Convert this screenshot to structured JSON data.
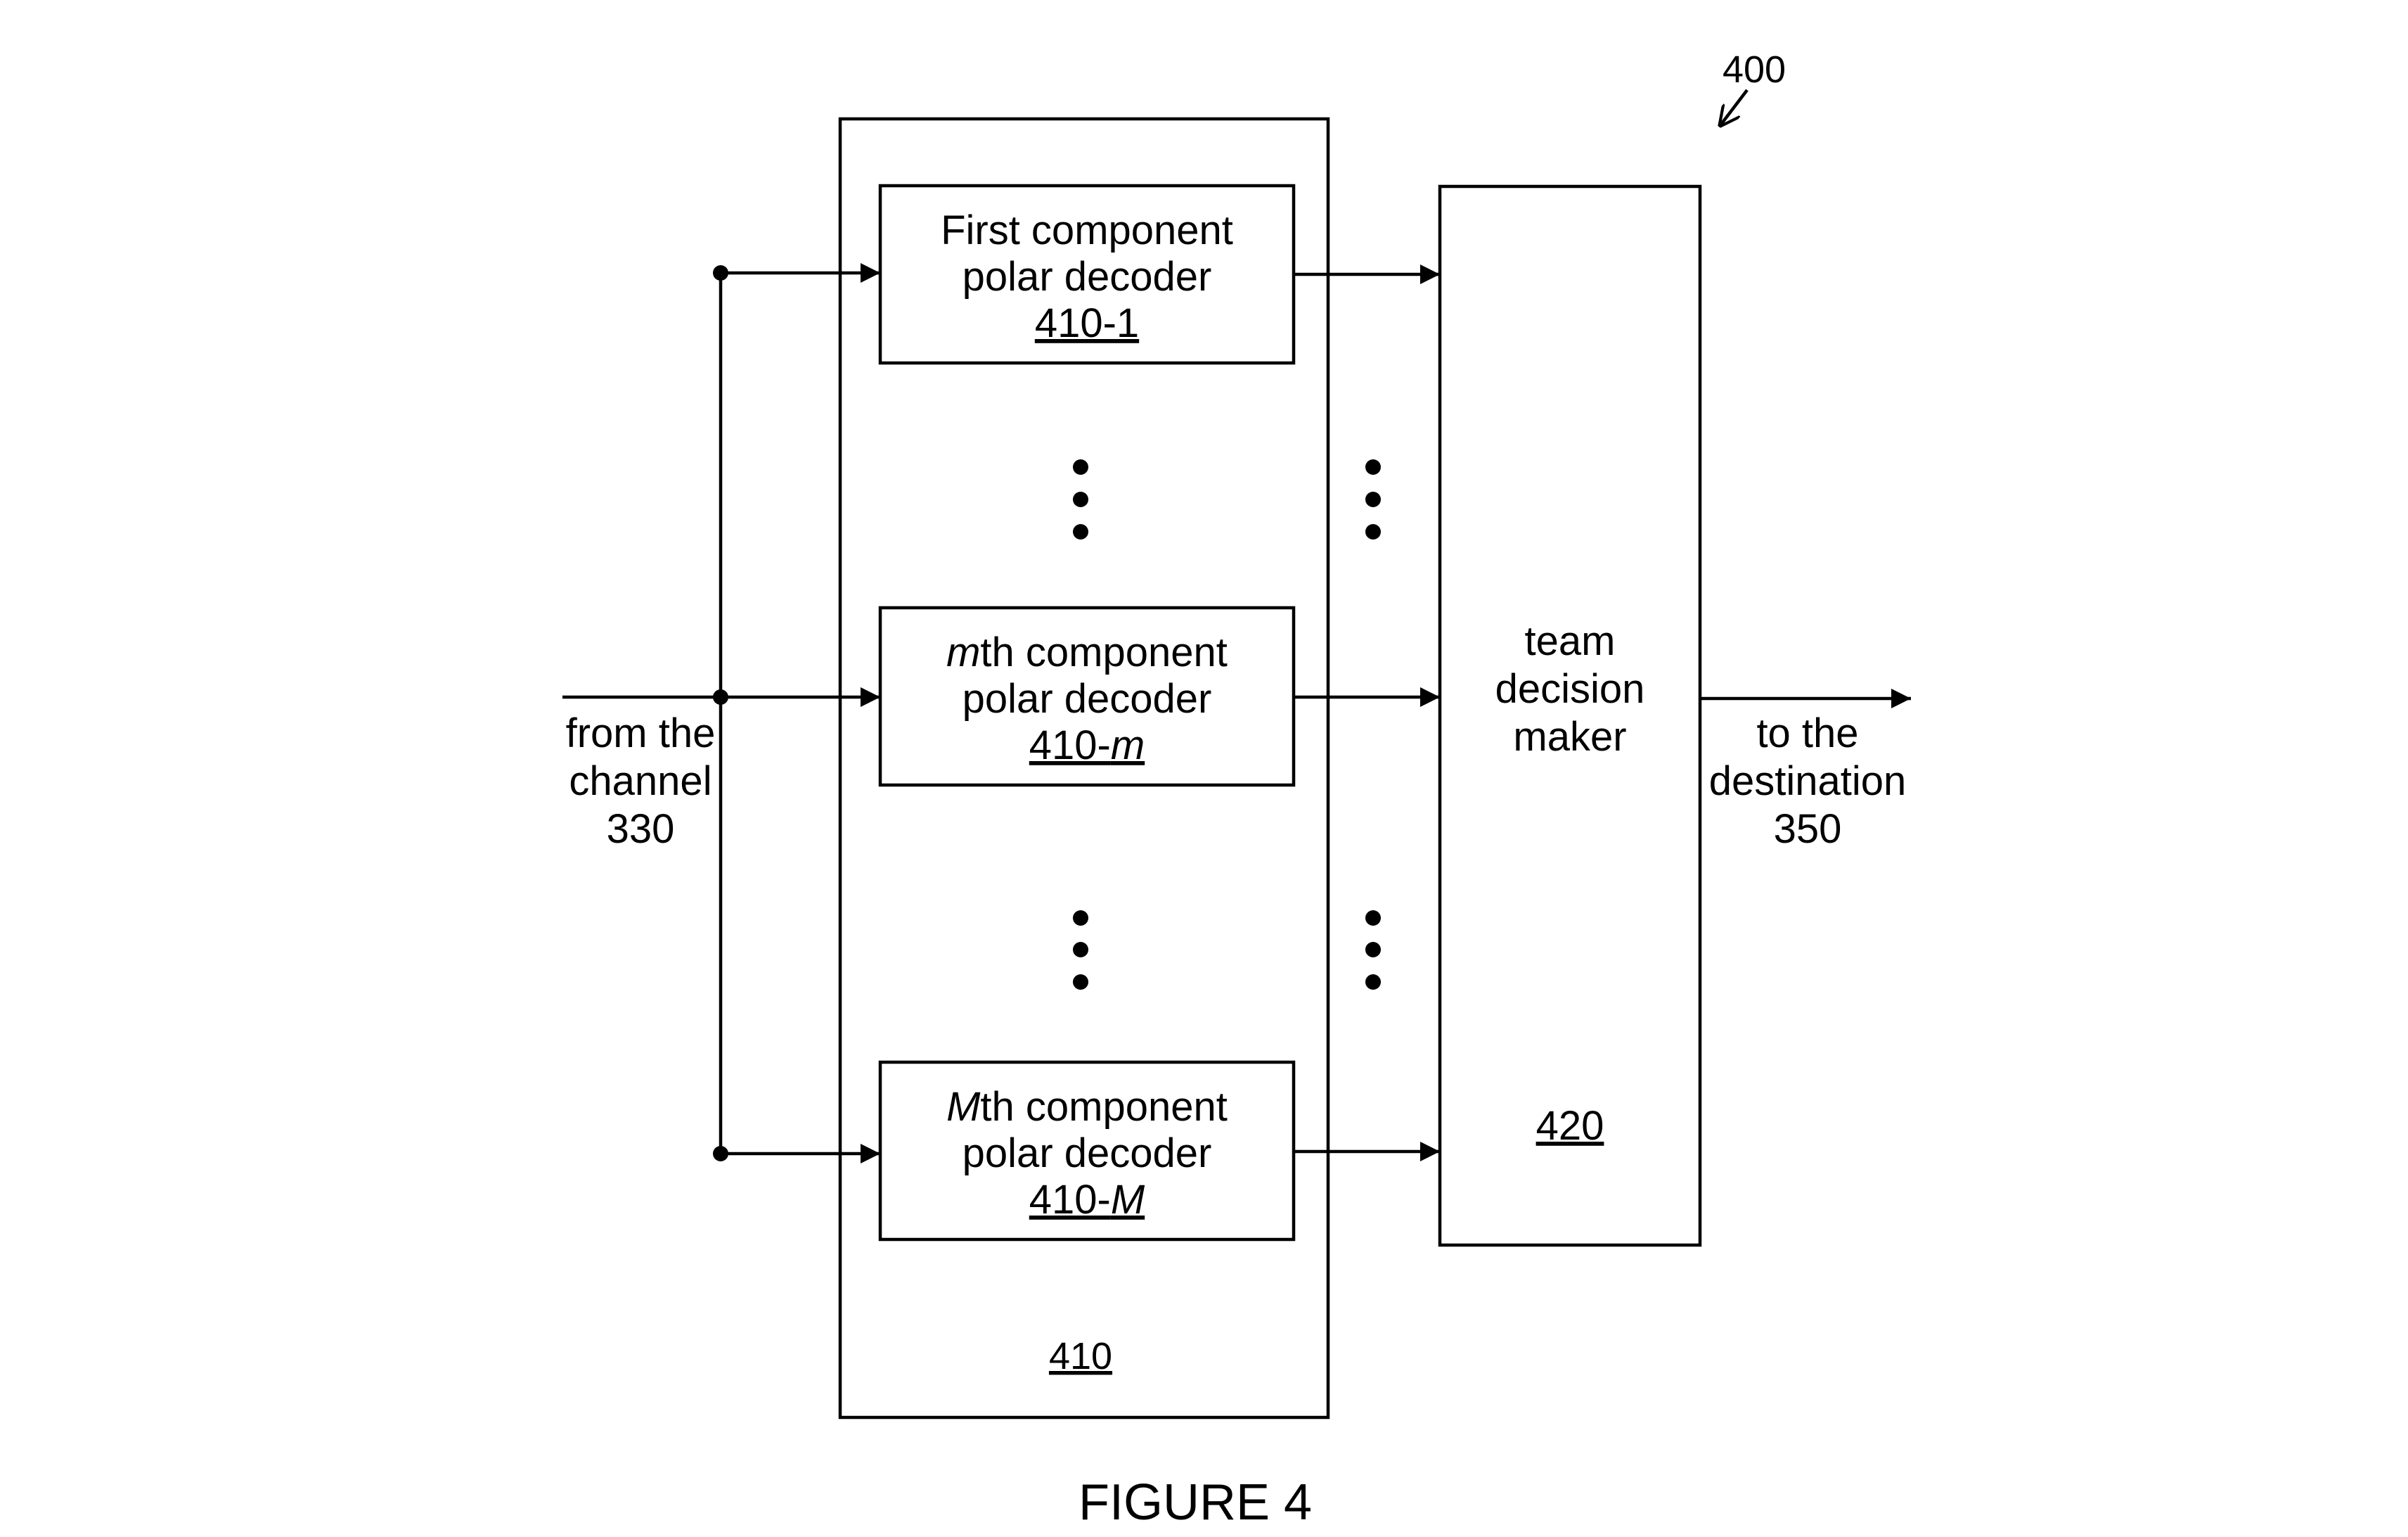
{
  "figure": {
    "reference": "400",
    "caption": "FIGURE 4"
  },
  "input": {
    "label_lines": [
      "from the",
      "channel",
      "330"
    ]
  },
  "output": {
    "label_lines": [
      "to the",
      "destination",
      "350"
    ]
  },
  "decoder_bank": {
    "reference": "410",
    "decoders": [
      {
        "prefix_italic": "",
        "title_rest": "First component",
        "line2": "polar decoder",
        "ref_plain": "410-1",
        "ref_italic": ""
      },
      {
        "prefix_italic": "m",
        "title_rest": "th component",
        "line2": "polar decoder",
        "ref_plain": "410-",
        "ref_italic": "m"
      },
      {
        "prefix_italic": "M",
        "title_rest": "th component",
        "line2": "polar decoder",
        "ref_plain": "410-",
        "ref_italic": "M"
      }
    ]
  },
  "team_decision_maker": {
    "label_lines": [
      "team",
      "decision",
      "maker"
    ],
    "reference": "420"
  }
}
